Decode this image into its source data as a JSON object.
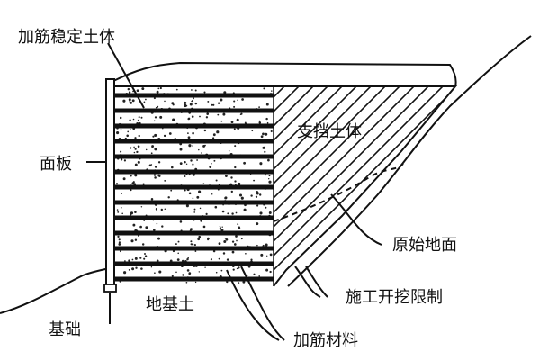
{
  "labels": {
    "reinforced_body": "加筋稳定土体",
    "panel": "面板",
    "retained_soil": "支挡土体",
    "original_ground": "原始地面",
    "construction_limit": "施工开挖限制",
    "foundation_soil": "地基土",
    "foundation": "基础",
    "reinforcement": "加筋材料"
  },
  "colors": {
    "line": "#111111",
    "background": "#ffffff"
  }
}
